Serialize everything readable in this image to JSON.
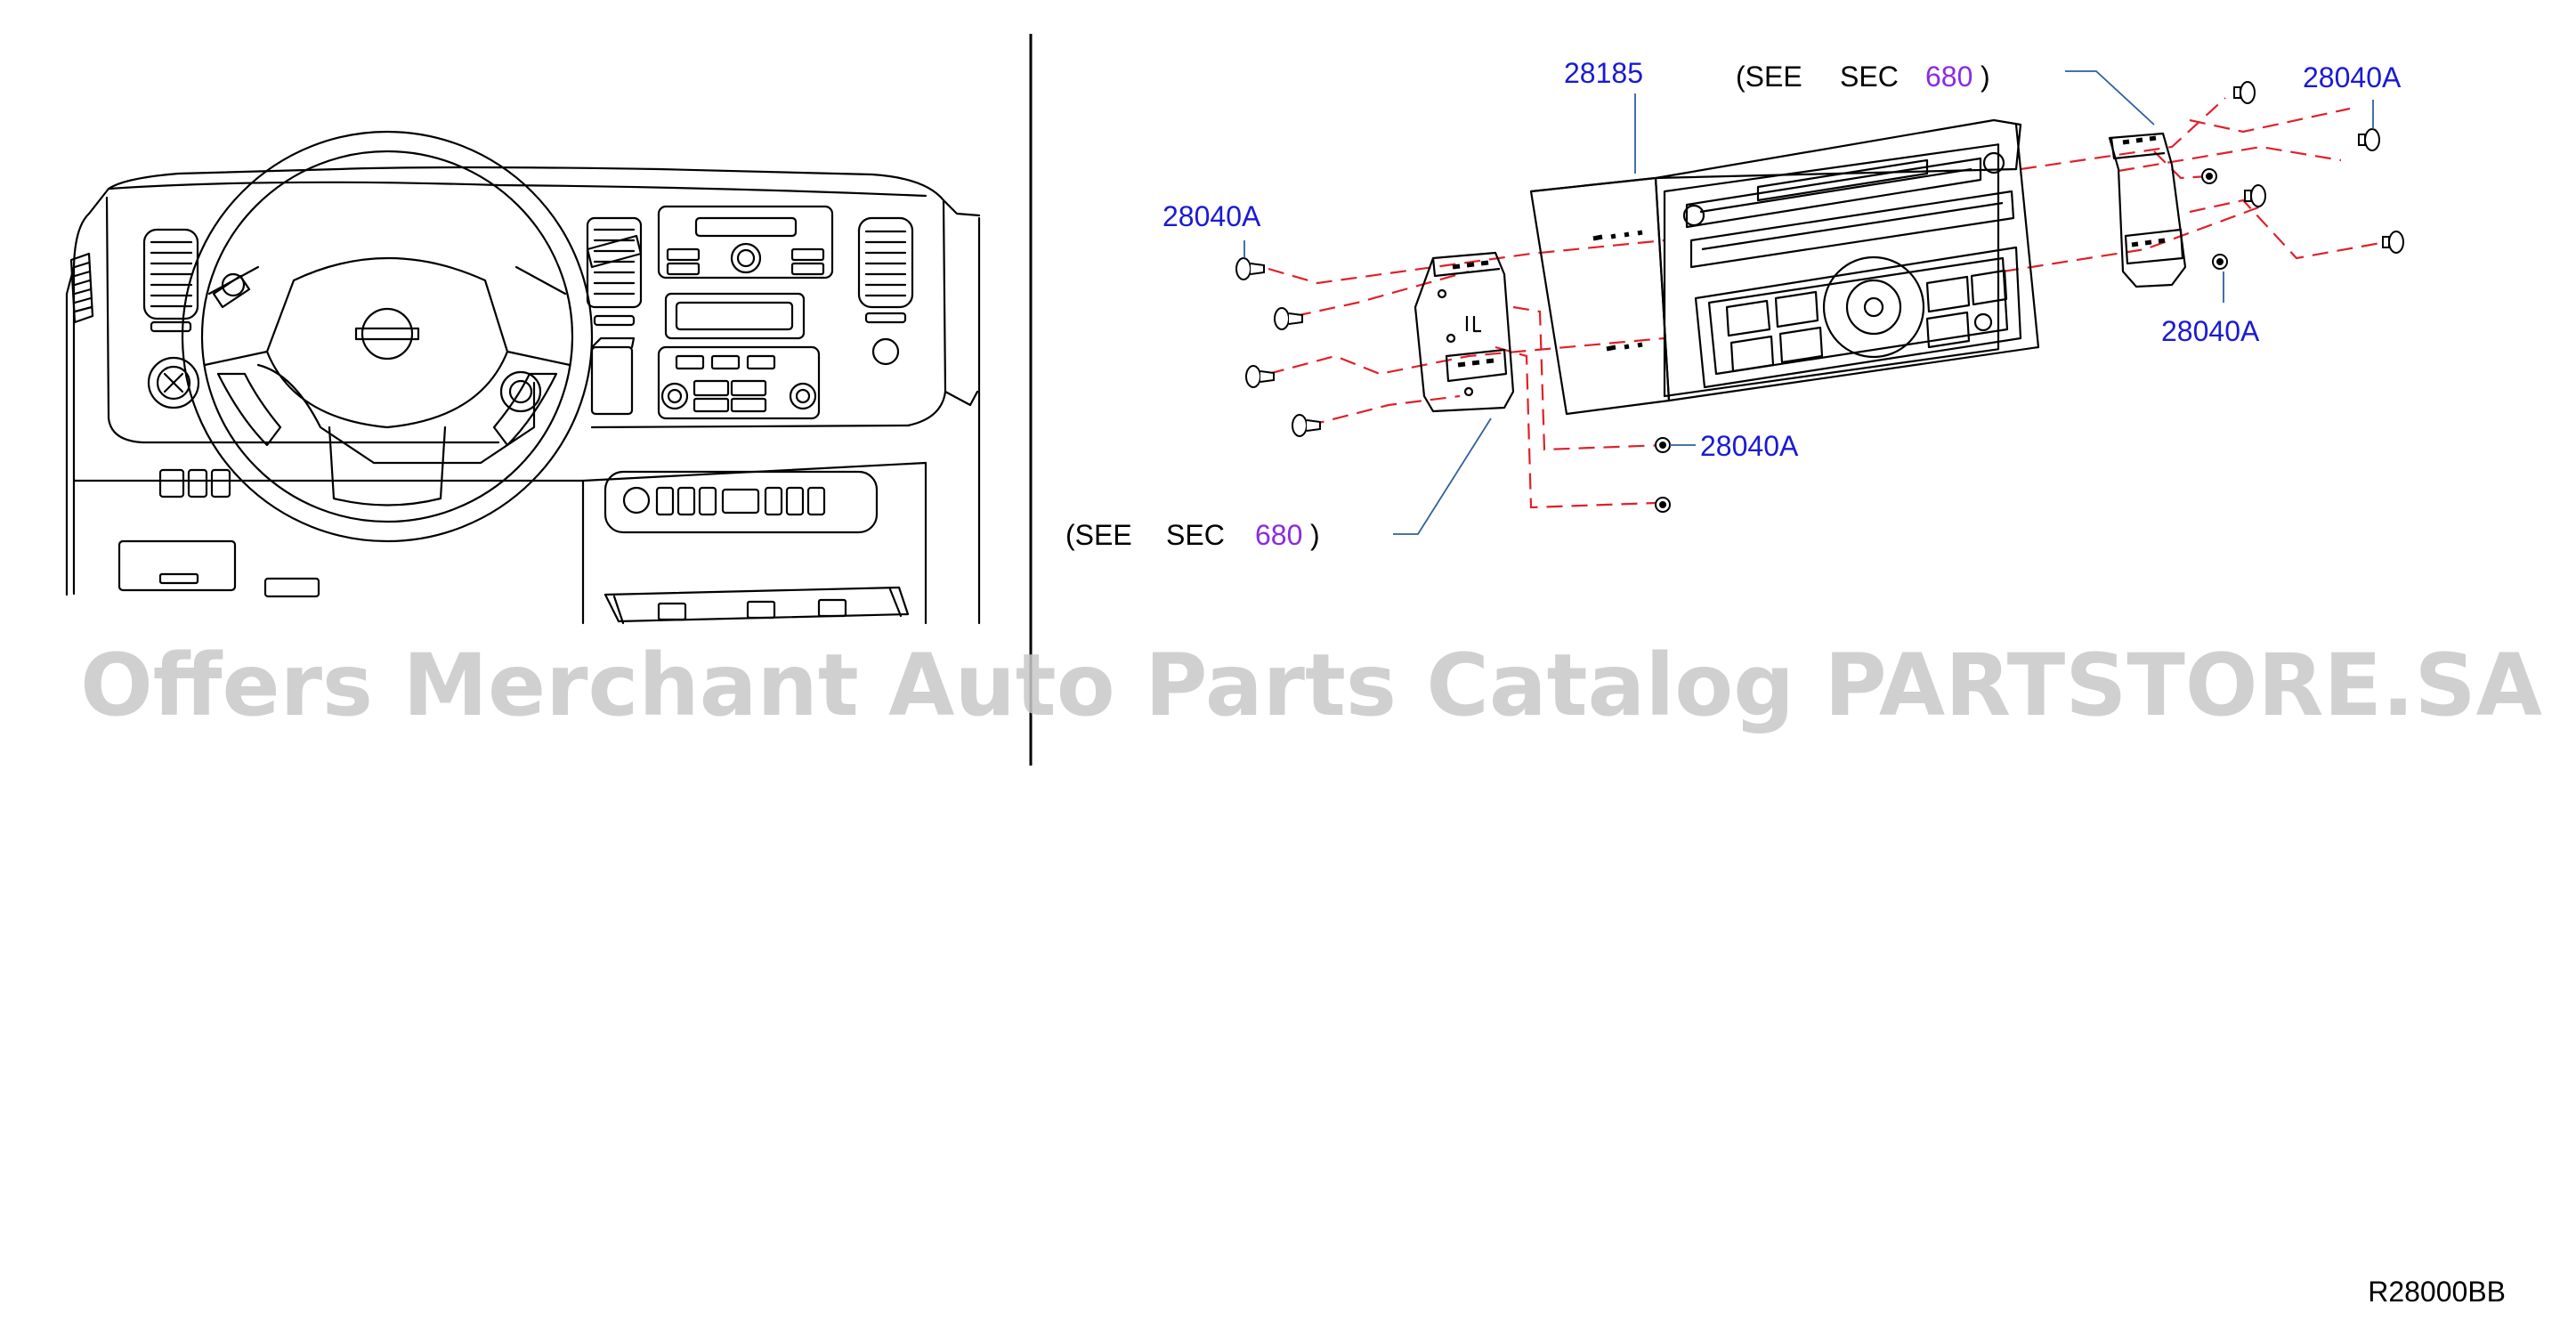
{
  "colors": {
    "line": "#000000",
    "part_link": "#1a1ad4",
    "section_link": "#8a2be2",
    "leader": "#2f5f9f",
    "assembly_dash": "#e0202a",
    "watermark": "#c8c8c8"
  },
  "callouts": {
    "radio_part": "28185",
    "see_sec_top": {
      "prefix": "(SEE",
      "word": "SEC",
      "number": "680",
      "suffix": ")"
    },
    "see_sec_left": {
      "prefix": "(SEE",
      "word": "SEC",
      "number": "680",
      "suffix": ")"
    },
    "screw_top_right": "28040A",
    "screw_left": "28040A",
    "screw_right_bracket": "28040A",
    "screw_bottom": "28040A"
  },
  "watermark": "Offers Merchant Auto Parts Catalog PARTSTORE.SA",
  "diagram_code": "R28000BB"
}
